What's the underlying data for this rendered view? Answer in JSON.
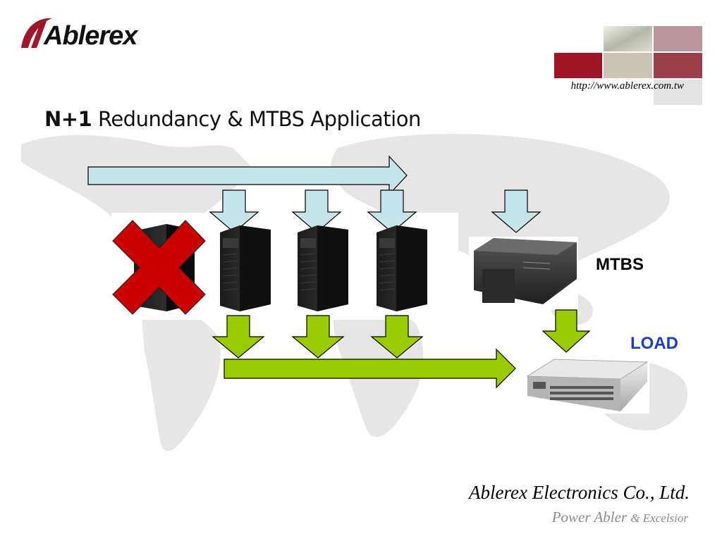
{
  "header": {
    "logo_text": "Ablerex",
    "url": "http://www.ablerex.com.tw"
  },
  "title": {
    "bold_part": "N+1",
    "rest": " Redundancy & MTBS Application"
  },
  "diagram": {
    "mtbs_label": "MTBS",
    "load_label": "LOAD",
    "ups_units": 4,
    "failed_units": 1
  },
  "footer": {
    "company": "Ablerex Electronics Co., Ltd.",
    "tagline_main": "Power Abler ",
    "tagline_amp": "& Excelsior"
  },
  "colors": {
    "brand_red": "#a01528",
    "input_arrow_fill": "#c5e5ea",
    "output_arrow_fill": "#99cc00",
    "fail_cross": "#cc0000",
    "load_blue": "#1a3fbf"
  }
}
